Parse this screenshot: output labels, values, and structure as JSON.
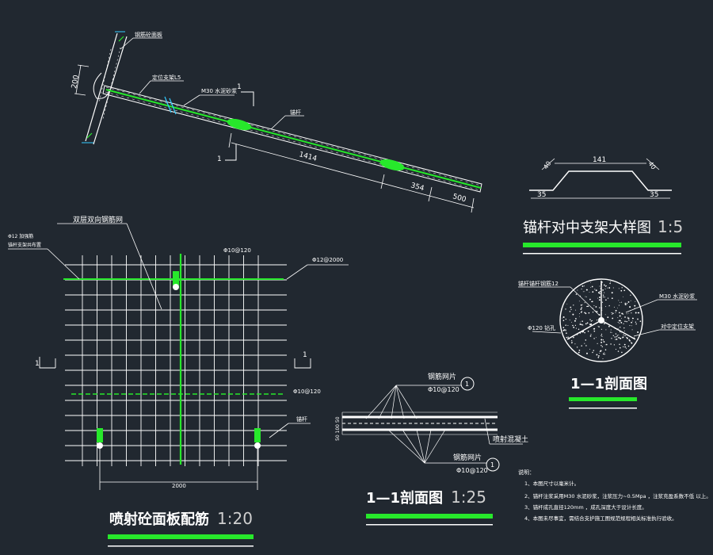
{
  "colors": {
    "background": "#212830",
    "line": "#ffffff",
    "accent": "#27e82b",
    "bar": "#27e82b"
  },
  "anchor_detail": {
    "labels": {
      "top_plate": "钢筋砼面板",
      "centering": "定位支架L5",
      "mortar": "M30 水泥砂浆",
      "bolt": "锚杆",
      "section_mark": "1"
    },
    "dims": {
      "d200": "200",
      "d1414": "1414",
      "d354": "354",
      "d500": "500"
    }
  },
  "bracket_detail": {
    "title": "锚杆对中支架大样图",
    "scale": "1:5",
    "dims": {
      "d40a": "40",
      "d141": "141",
      "d40b": "40",
      "d35a": "35",
      "d35b": "35"
    }
  },
  "circle_section": {
    "title": "1—1剖面图",
    "labels": {
      "bolt_dia": "锚杆锚杆钢筋12",
      "mortar": "M30 水泥砂浆",
      "hole": "Φ120 钻孔",
      "bracket": "对中定位支架"
    }
  },
  "panel": {
    "title": "喷射砼面板配筋",
    "scale": "1:20",
    "labels": {
      "mesh": "双层双向钢筋网",
      "left_note_1": "Φ12 加强筋",
      "left_note_2": "锚杆支架共布置",
      "top_rebar": "Φ10@120",
      "top_right": "Φ12@2000",
      "mid_right": "Φ10@120",
      "anchor": "锚杆",
      "section_mark": "1",
      "width": "2000"
    }
  },
  "slab_section": {
    "title": "1—1剖面图",
    "scale": "1:25",
    "labels": {
      "mesh_top": "钢筋网片",
      "spec_top": "Φ10@120",
      "mesh_bottom": "钢筋网片",
      "spec_bottom": "Φ10@120",
      "concrete": "喷射混凝土",
      "callout": "1",
      "dims": "50 100 50"
    }
  },
  "notes": {
    "heading": "说明：",
    "items": [
      "1、本图尺寸以毫米计。",
      "2、锚杆注浆采用M30 水泥砂浆，注浆压力~0.5Mpa    ，注浆充盈系数不低 以上。",
      "3、锚杆成孔直径120mm   ，成孔深度大于设计长度。",
      "4、本图未尽事宜，需结合支护施工图规范规程相关标准执行验收。"
    ]
  }
}
